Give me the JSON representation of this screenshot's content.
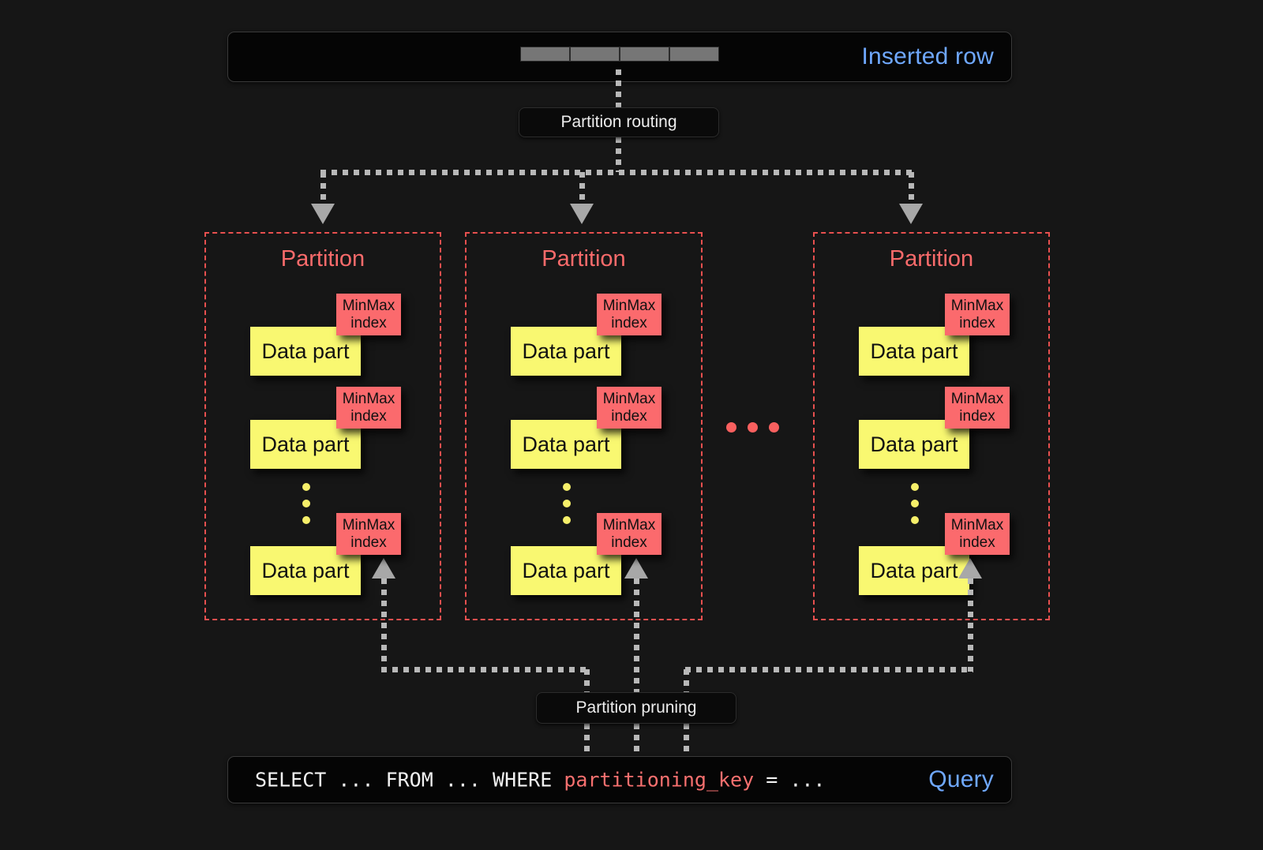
{
  "diagram": {
    "title": "Partitioning: insert routing and query pruning",
    "background_color": "#161616",
    "accent_blue": "#6fa8ff",
    "accent_red": "#fa6b6b",
    "accent_yellow": "#f9f871"
  },
  "top_bar": {
    "label": "Inserted row",
    "cells": [
      "",
      "",
      "",
      ""
    ],
    "cell_count": 4,
    "cell_color": "#767676"
  },
  "routing": {
    "label": "Partition routing",
    "branch_count": 3
  },
  "partitions": [
    {
      "title": "Partition",
      "parts": [
        {
          "data_part_label": "Data part",
          "index_label_line1": "MinMax",
          "index_label_line2": "index"
        },
        {
          "data_part_label": "Data part",
          "index_label_line1": "MinMax",
          "index_label_line2": "index"
        },
        {
          "data_part_label": "Data part",
          "index_label_line1": "MinMax",
          "index_label_line2": "index"
        }
      ],
      "ellipsis_dots": 3
    },
    {
      "title": "Partition",
      "parts": [
        {
          "data_part_label": "Data part",
          "index_label_line1": "MinMax",
          "index_label_line2": "index"
        },
        {
          "data_part_label": "Data part",
          "index_label_line1": "MinMax",
          "index_label_line2": "index"
        },
        {
          "data_part_label": "Data part",
          "index_label_line1": "MinMax",
          "index_label_line2": "index"
        }
      ],
      "ellipsis_dots": 3
    },
    {
      "title": "Partition",
      "parts": [
        {
          "data_part_label": "Data part",
          "index_label_line1": "MinMax",
          "index_label_line2": "index"
        },
        {
          "data_part_label": "Data part",
          "index_label_line1": "MinMax",
          "index_label_line2": "index"
        },
        {
          "data_part_label": "Data part",
          "index_label_line1": "MinMax",
          "index_label_line2": "index"
        }
      ],
      "ellipsis_dots": 3
    }
  ],
  "between_partitions_ellipsis": 3,
  "pruning": {
    "label": "Partition pruning",
    "branch_count": 3
  },
  "query_bar": {
    "label": "Query",
    "sql_prefix": "SELECT ... FROM ... WHERE ",
    "sql_key": "partitioning_key",
    "sql_suffix": " = ..."
  }
}
